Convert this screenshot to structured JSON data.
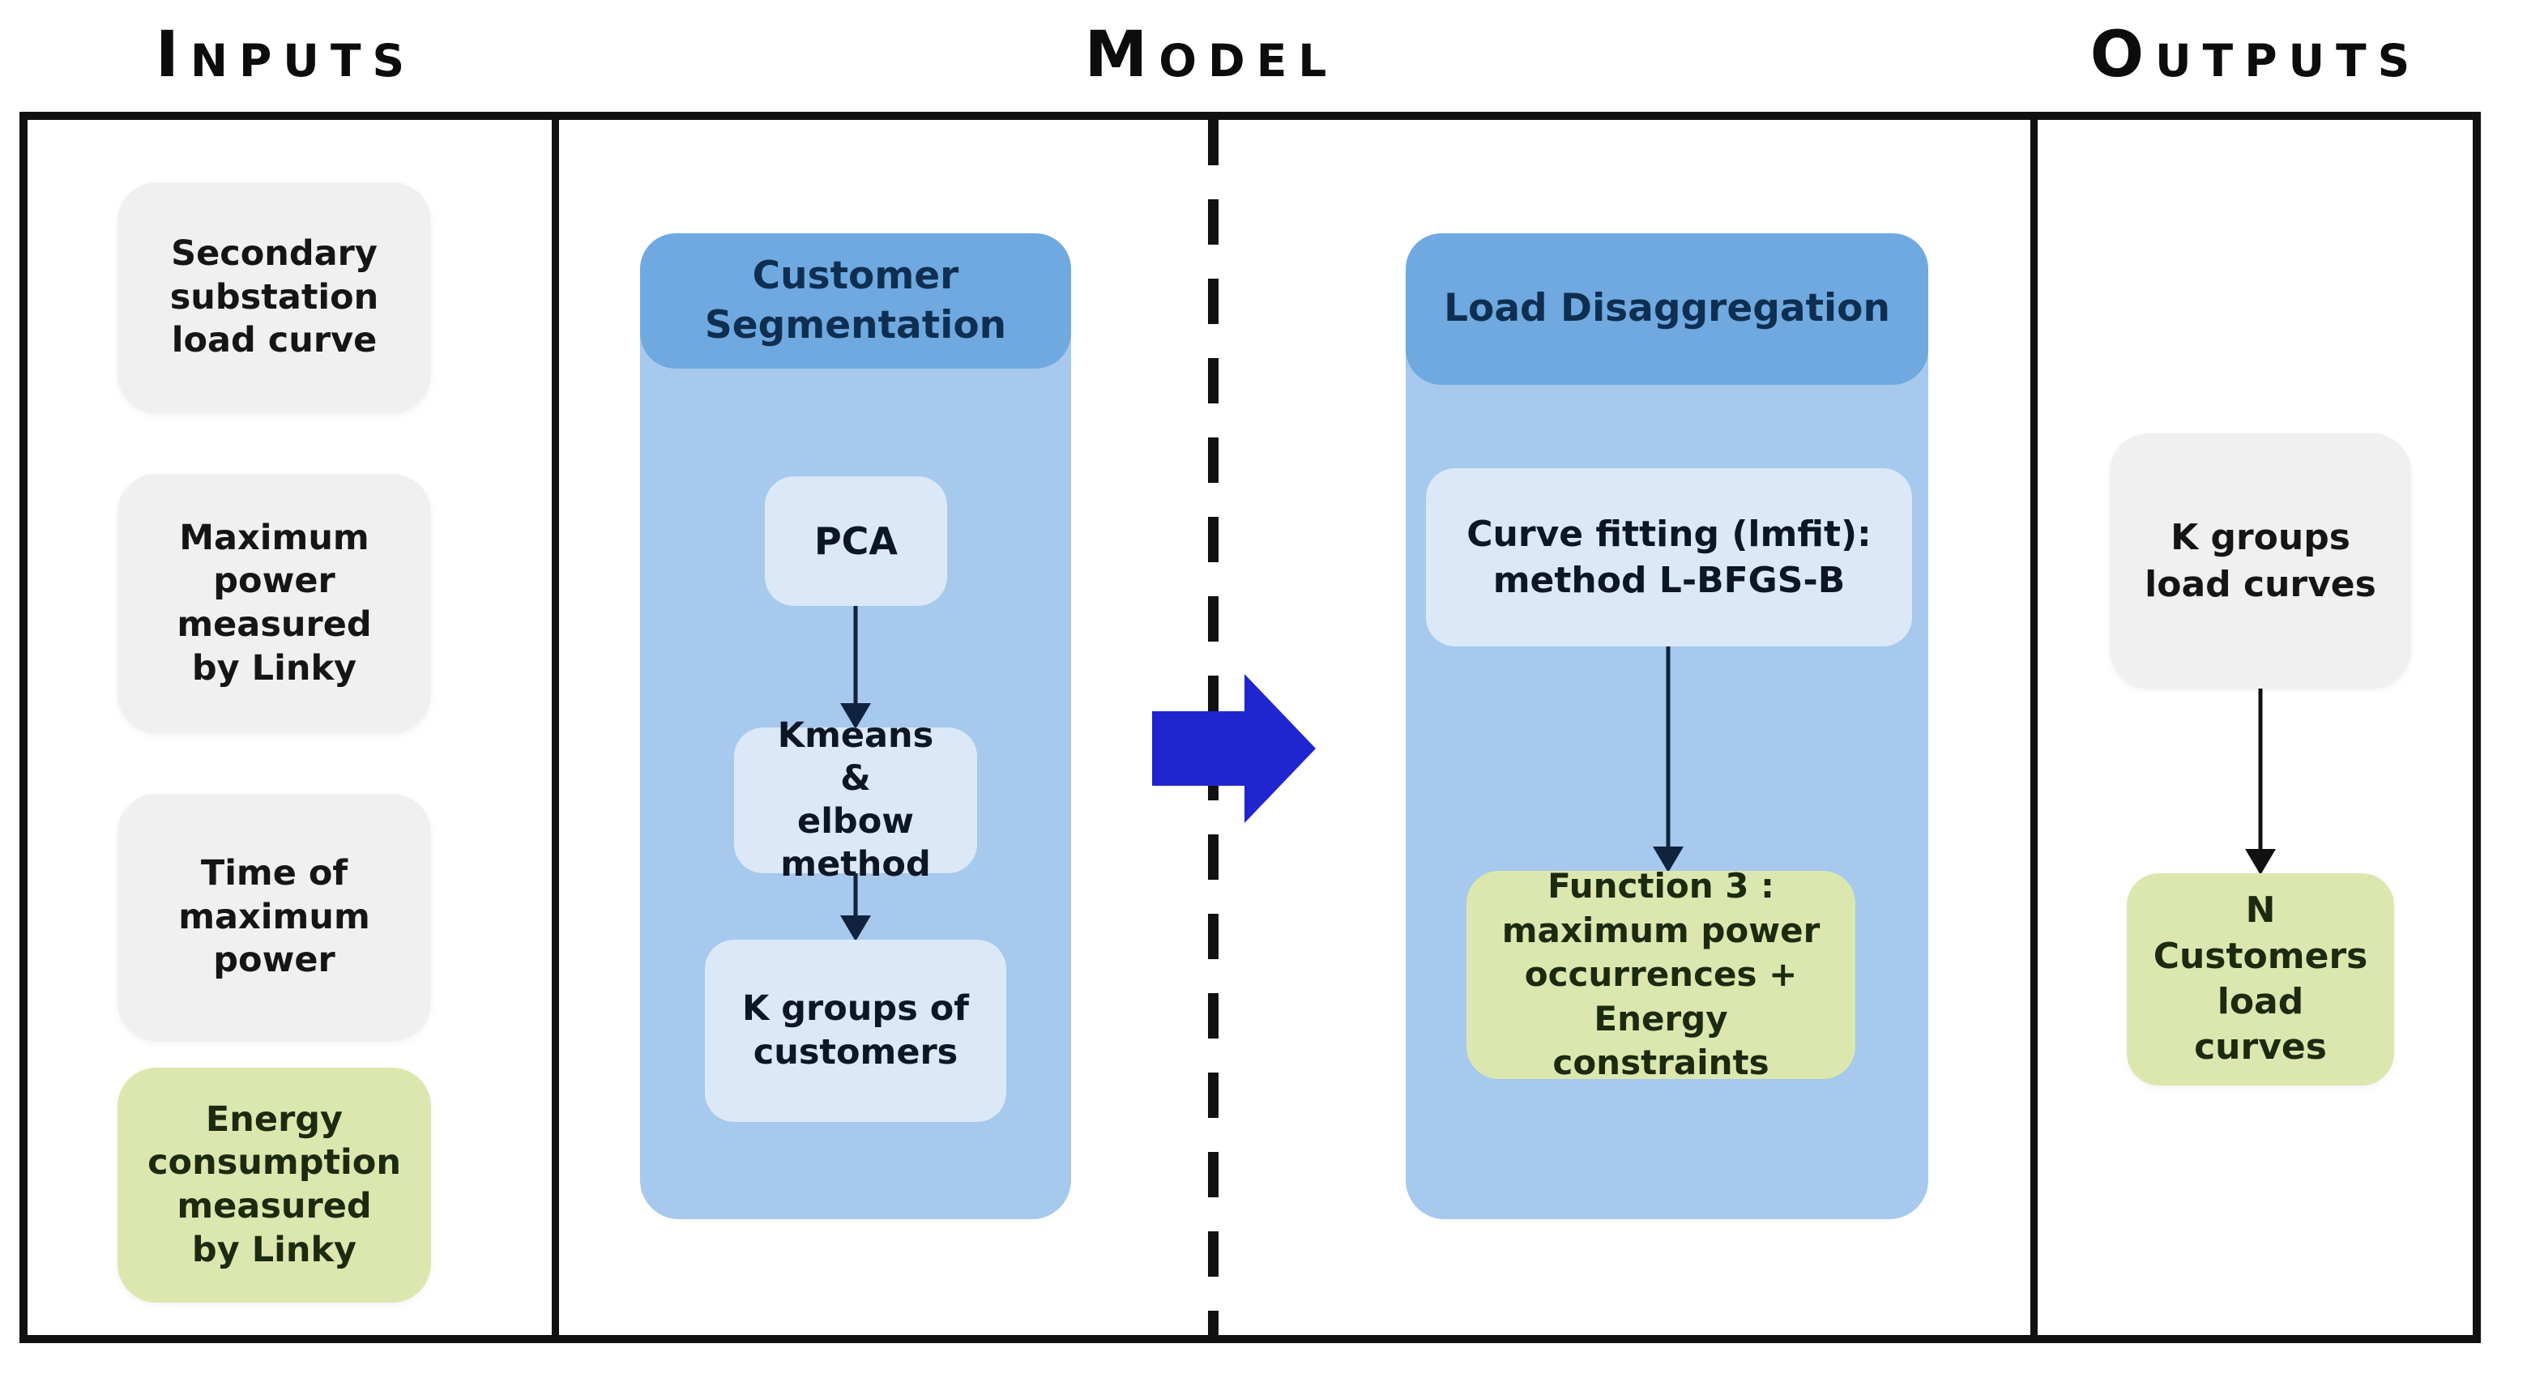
{
  "headers": {
    "inputs": "Inputs",
    "model": "Model",
    "outputs": "Outputs"
  },
  "inputs": {
    "items": [
      {
        "label": "Secondary substation load curve",
        "style": "gray"
      },
      {
        "label": "Maximum power measured by Linky",
        "style": "gray"
      },
      {
        "label": "Time of maximum power",
        "style": "gray"
      },
      {
        "label": "Energy consumption measured by Linky",
        "style": "green"
      }
    ]
  },
  "model": {
    "segmentation": {
      "title": "Customer Segmentation",
      "steps": [
        {
          "label": "PCA"
        },
        {
          "label": "Kmeans & elbow method"
        },
        {
          "label": "K groups of customers"
        }
      ]
    },
    "flow_arrow_icon": "arrow-right-icon",
    "disaggregation": {
      "title": "Load Disaggregation",
      "steps": [
        {
          "label": "Curve fitting (lmfit): method L-BFGS-B"
        },
        {
          "label": "Function 3 : maximum power occurrences + Energy constraints",
          "style": "green"
        }
      ]
    }
  },
  "outputs": {
    "items": [
      {
        "label": "K groups load curves",
        "style": "gray"
      },
      {
        "label": "N Customers load curves",
        "style": "green"
      }
    ]
  },
  "colors": {
    "gray-box": "#f0f0f0",
    "green-box": "#dbe7ae",
    "blue-header": "#6fa9e0",
    "blue-body": "#a6c9ed",
    "light-box": "#dbe8f7",
    "arrow-blue": "#2125cf",
    "line-dark": "#10233c",
    "border-dark": "#111111"
  }
}
